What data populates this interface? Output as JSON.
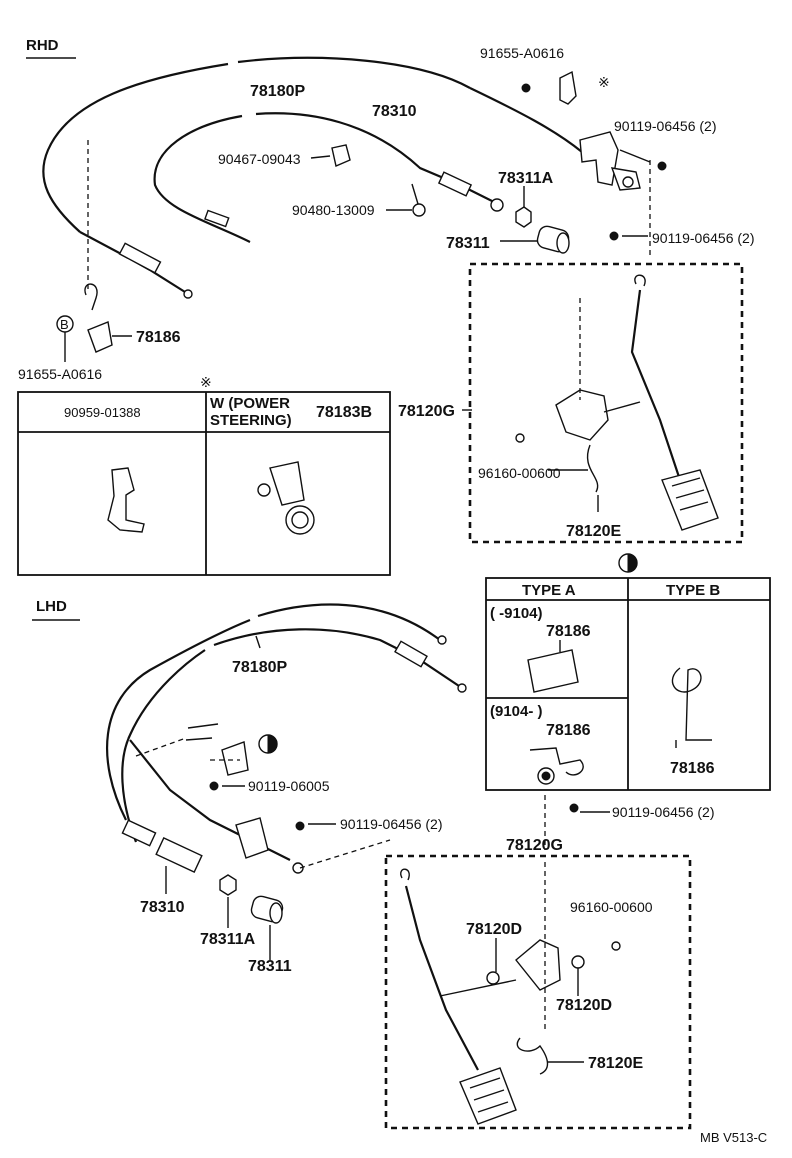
{
  "sections": {
    "rhd": "RHD",
    "lhd": "LHD"
  },
  "labels": {
    "rhd_78180p": "78180P",
    "rhd_78310": "78310",
    "rhd_91655_top": "91655-A0616",
    "rhd_90119_a": "90119-06456 (2)",
    "rhd_90467": "90467-09043",
    "rhd_90480": "90480-13009",
    "rhd_78311a": "78311A",
    "rhd_78311": "78311",
    "rhd_90119_b": "90119-06456 (2)",
    "rhd_78186": "78186",
    "rhd_91655_left": "91655-A0616",
    "rhd_78120g": "78120G",
    "rhd_96160": "96160-00600",
    "rhd_78120e": "78120E",
    "lhd_78180p": "78180P",
    "lhd_90119_06005": "90119-06005",
    "lhd_90119_a": "90119-06456 (2)",
    "lhd_78310": "78310",
    "lhd_78311a": "78311A",
    "lhd_78311": "78311",
    "lhd_90119_b": "90119-06456 (2)",
    "lhd_78120g": "78120G",
    "lhd_96160": "96160-00600",
    "lhd_78120d_a": "78120D",
    "lhd_78120d_b": "78120D",
    "lhd_78120e": "78120E",
    "footer_code": "MB V513-C"
  },
  "marks": {
    "asterisk": "※",
    "circle_b": "B"
  },
  "table_power": {
    "col1_header": "90959-01388",
    "col2_header_line1": "W (POWER",
    "col2_header_line2": "STEERING)",
    "col2_part": "78183B"
  },
  "table_type": {
    "type_a": "TYPE  A",
    "type_b": "TYPE  B",
    "range_1": "(        -9104)",
    "part_1": "78186",
    "range_2": "(9104-        )",
    "part_2": "78186",
    "part_b": "78186"
  }
}
